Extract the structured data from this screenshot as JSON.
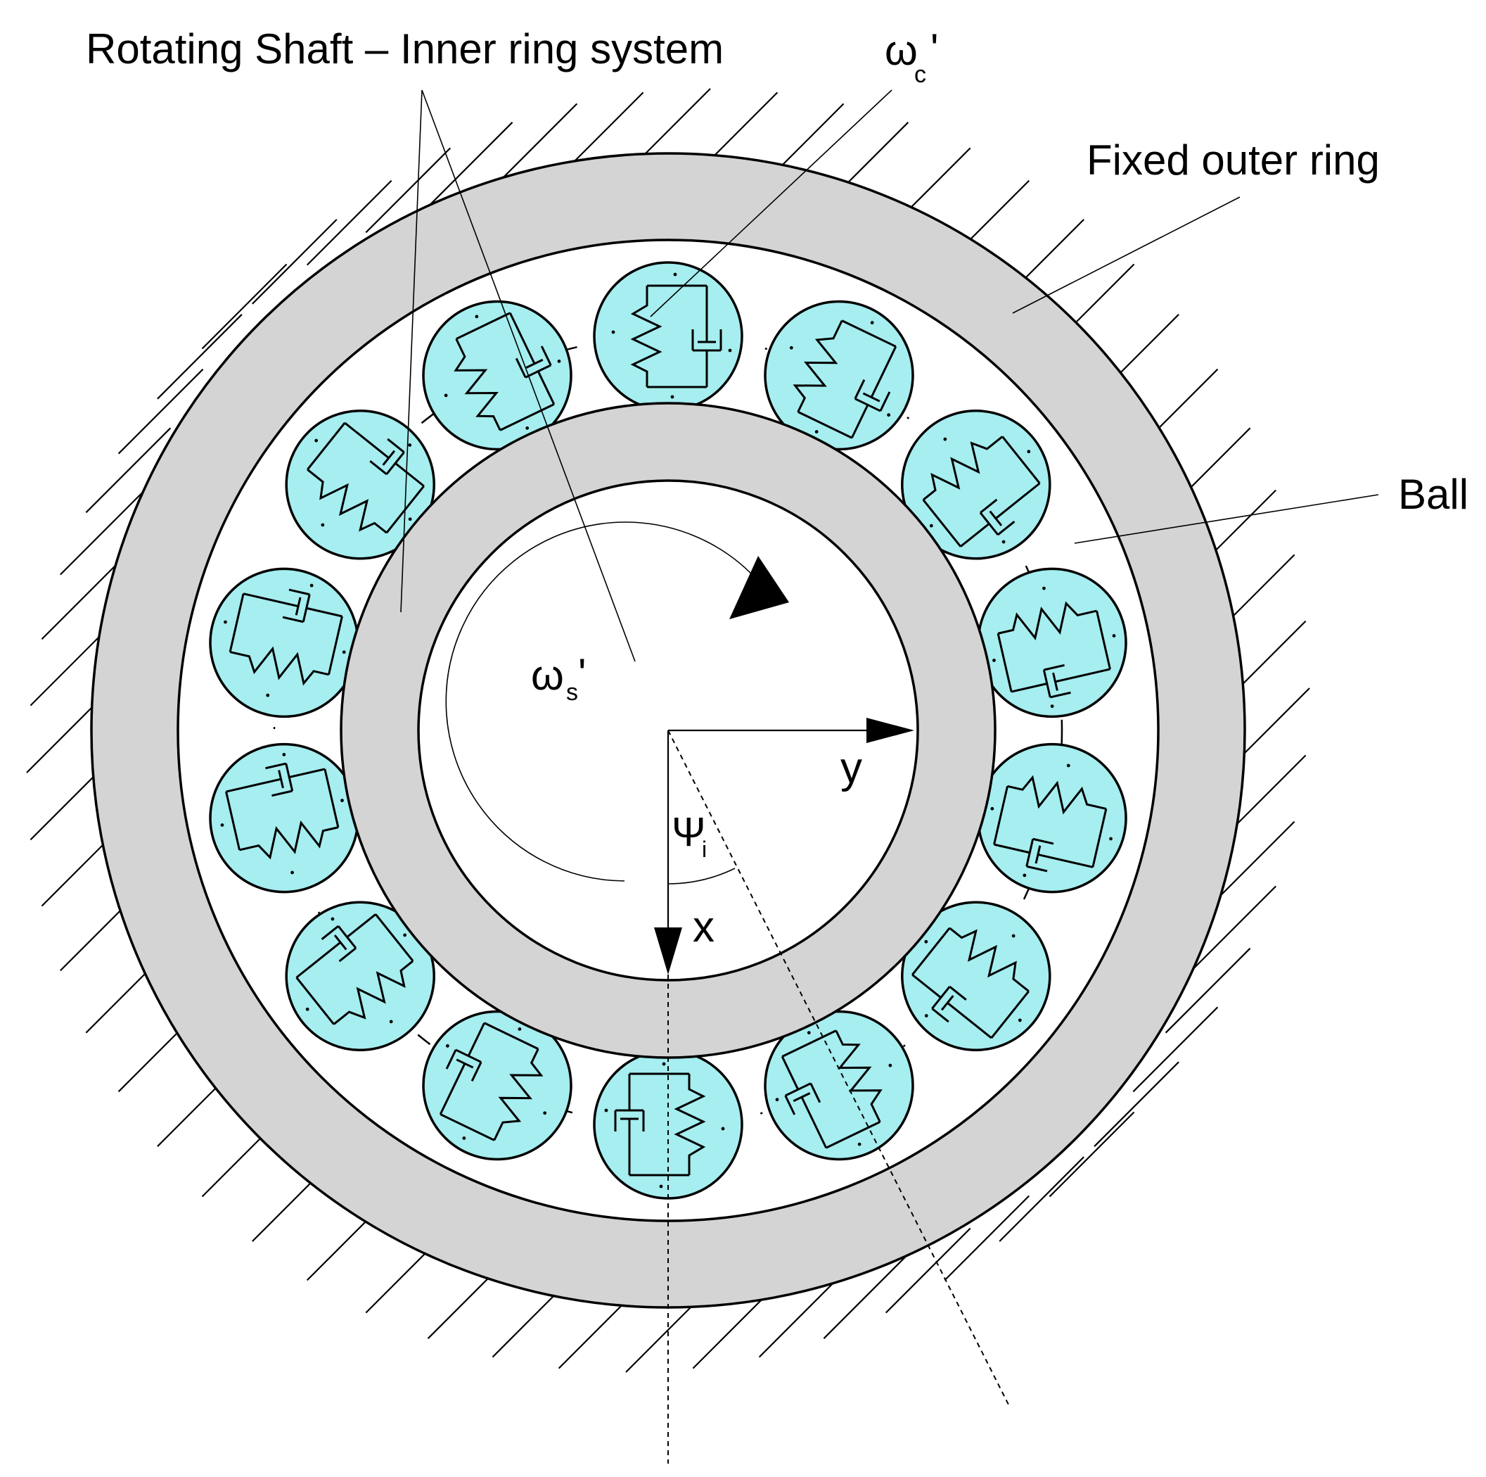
{
  "labels": {
    "shaft_system": "Rotating Shaft – Inner ring system",
    "omega_c": "ω",
    "omega_c_sub": "c",
    "omega_c_prime": "'",
    "fixed_outer_ring": "Fixed outer ring",
    "ball": "Ball",
    "omega_s": "ω",
    "omega_s_sub": "s",
    "omega_s_prime": "'",
    "y_axis": "y",
    "x_axis": "x",
    "psi": "Ψ",
    "psi_sub": "i"
  },
  "colors": {
    "ring_fill": "#d4d4d4",
    "ball_fill": "#a6eef0",
    "stroke": "#000000",
    "background": "#ffffff"
  },
  "ball_count": 14
}
